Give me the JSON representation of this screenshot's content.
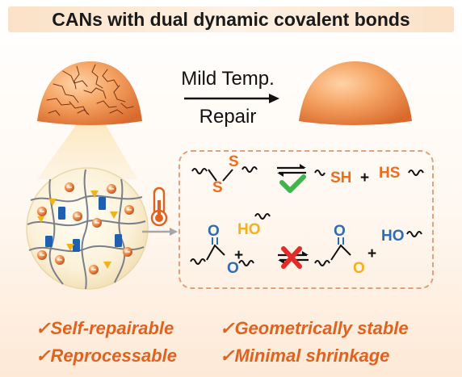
{
  "title": "CANs with dual dynamic covalent bonds",
  "process": {
    "top_label": "Mild Temp.",
    "bottom_label": "Repair"
  },
  "reactions": {
    "disulfide": {
      "left_atom_1": "S",
      "left_atom_2": "S",
      "product_1": "SH",
      "plus": "+",
      "product_2": "HS",
      "status": "check-icon"
    },
    "ester": {
      "reactant_o1": "O",
      "reactant_o2": "O",
      "reactant_2": "HO",
      "plus": "+",
      "product_o1": "O",
      "product_o2": "O",
      "product_2": "HO",
      "status": "cross-icon"
    }
  },
  "features": [
    {
      "check": "✓",
      "label": "Self-repairable"
    },
    {
      "check": "✓",
      "label": "Geometrically  stable"
    },
    {
      "check": "✓",
      "label": "Reprocessable"
    },
    {
      "check": "✓",
      "label": "Minimal shrinkage"
    }
  ],
  "colors": {
    "accent": "#e0621f",
    "sulfur": "#ef6c1a",
    "oxygen": "#2f6db2",
    "ester_oxygen": "#f2b21b",
    "check": "#3db54a",
    "cross": "#e52a2a",
    "dash": "#e0a27b"
  }
}
